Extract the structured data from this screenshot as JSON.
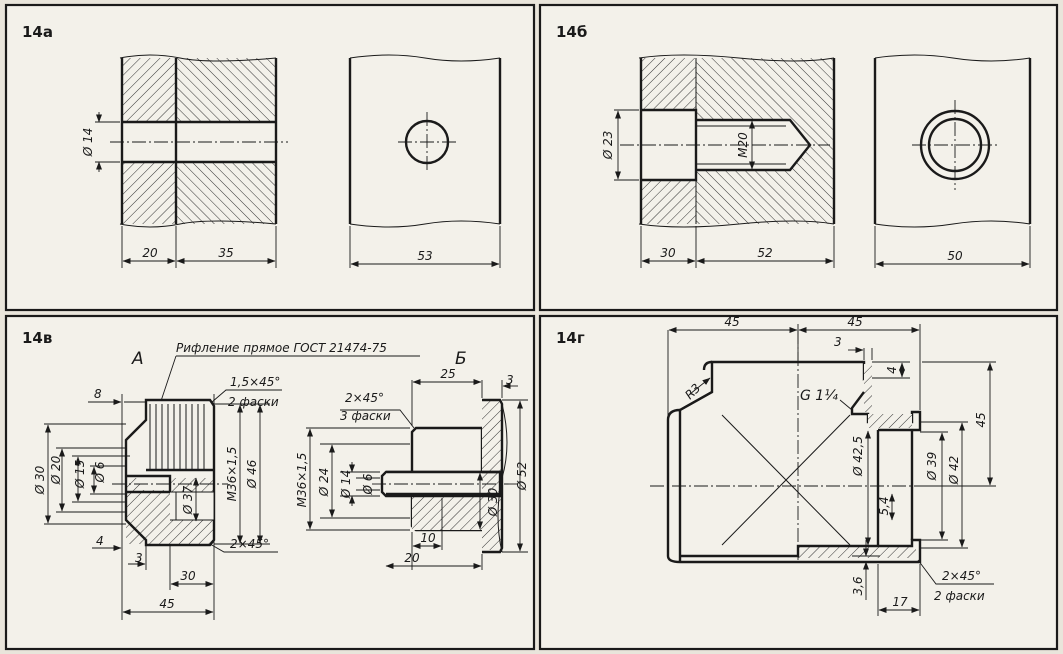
{
  "panels": {
    "a": {
      "label": "14а",
      "dims": {
        "hole_dia": "Ø 14",
        "left_len": "20",
        "right_len": "35",
        "width": "53"
      }
    },
    "b": {
      "label": "14б",
      "dims": {
        "hole_dia": "Ø 23",
        "thread": "M20",
        "left_len": "30",
        "right_len": "52",
        "width": "50"
      }
    },
    "v": {
      "label": "14в",
      "view_a": "А",
      "view_b": "Б",
      "knurl_note": "Рифление прямое ГОСТ 21474-75",
      "part_a": {
        "chamfer_top": "1,5×45°",
        "chamfer_top_note": "2 фаски",
        "d30": "Ø 30",
        "d20": "Ø 20",
        "d15": "Ø 15",
        "d6": "Ø 6",
        "d37": "Ø 37",
        "thread": "M36×1,5",
        "d46": "Ø 46",
        "len8": "8",
        "len4": "4",
        "len3": "3",
        "len30": "30",
        "len45": "45",
        "chamfer_bottom": "2×45°"
      },
      "part_b": {
        "chamfer": "2×45°",
        "chamfer_note": "3 фаски",
        "len25": "25",
        "len3": "3",
        "thread": "M36×1,5",
        "d24": "Ø 24",
        "d14": "Ø 14",
        "d6": "Ø 6",
        "d30": "Ø 30",
        "d52": "Ø 52",
        "len10": "10",
        "len20": "20"
      }
    },
    "g": {
      "label": "14г",
      "dims": {
        "top_left": "45",
        "top_right": "45",
        "top3": "3",
        "right4": "4",
        "radius": "R3",
        "thread": "G 1¼",
        "d425": "Ø 42,5",
        "d39": "Ø 39",
        "d42": "Ø 42",
        "h45": "45",
        "w54": "5,4",
        "h36": "3,6",
        "len17": "17",
        "chamfer": "2×45°",
        "chamfer_note": "2 фаски"
      }
    }
  }
}
